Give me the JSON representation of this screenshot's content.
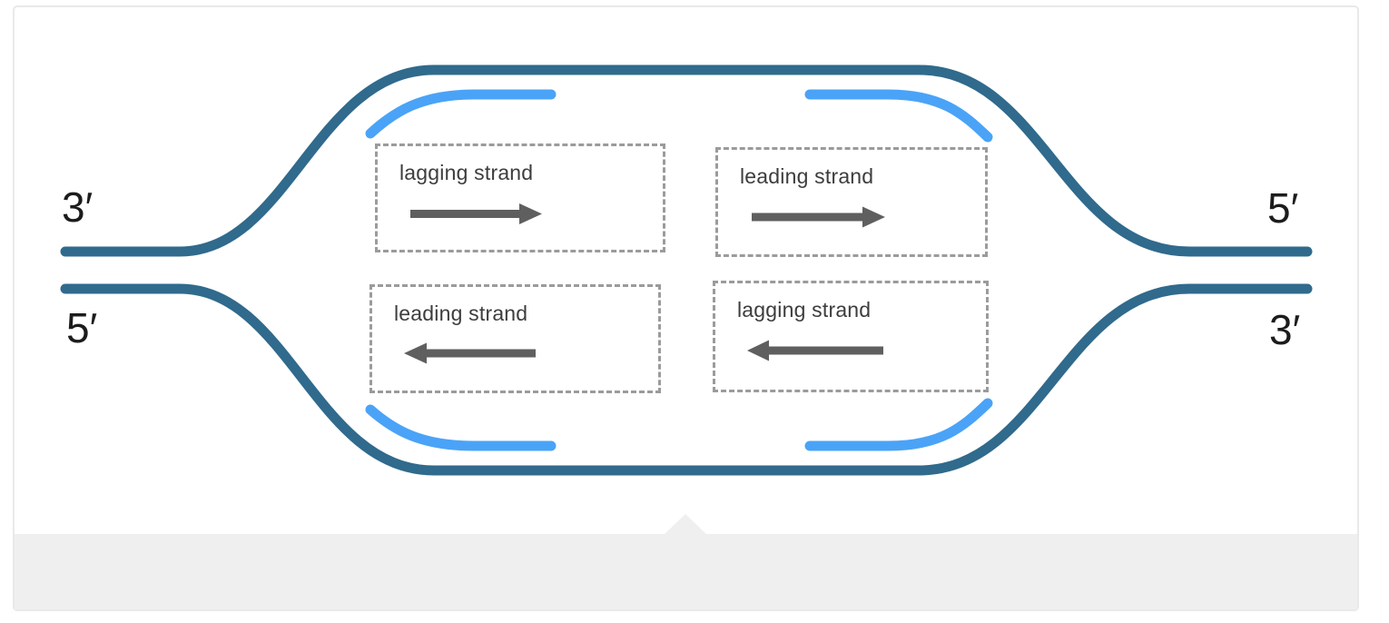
{
  "colors": {
    "parental_strand": "#306a8c",
    "new_strand": "#4aa3f7",
    "arrow": "#5f5f5f",
    "box_border": "#9b9b9b",
    "box_text": "#3d3d3d",
    "terminal_text": "#1c1c1c",
    "footer_bar": "#efefef",
    "card_border": "#e9e9e9"
  },
  "diagram": {
    "boxes": [
      {
        "label": "lagging strand",
        "arrow_direction": "right"
      },
      {
        "label": "leading strand",
        "arrow_direction": "right"
      },
      {
        "label": "leading strand",
        "arrow_direction": "left"
      },
      {
        "label": "lagging strand",
        "arrow_direction": "left"
      }
    ],
    "terminals": {
      "left_top": "3′",
      "left_bottom": "5′",
      "right_top": "5′",
      "right_bottom": "3′"
    }
  }
}
